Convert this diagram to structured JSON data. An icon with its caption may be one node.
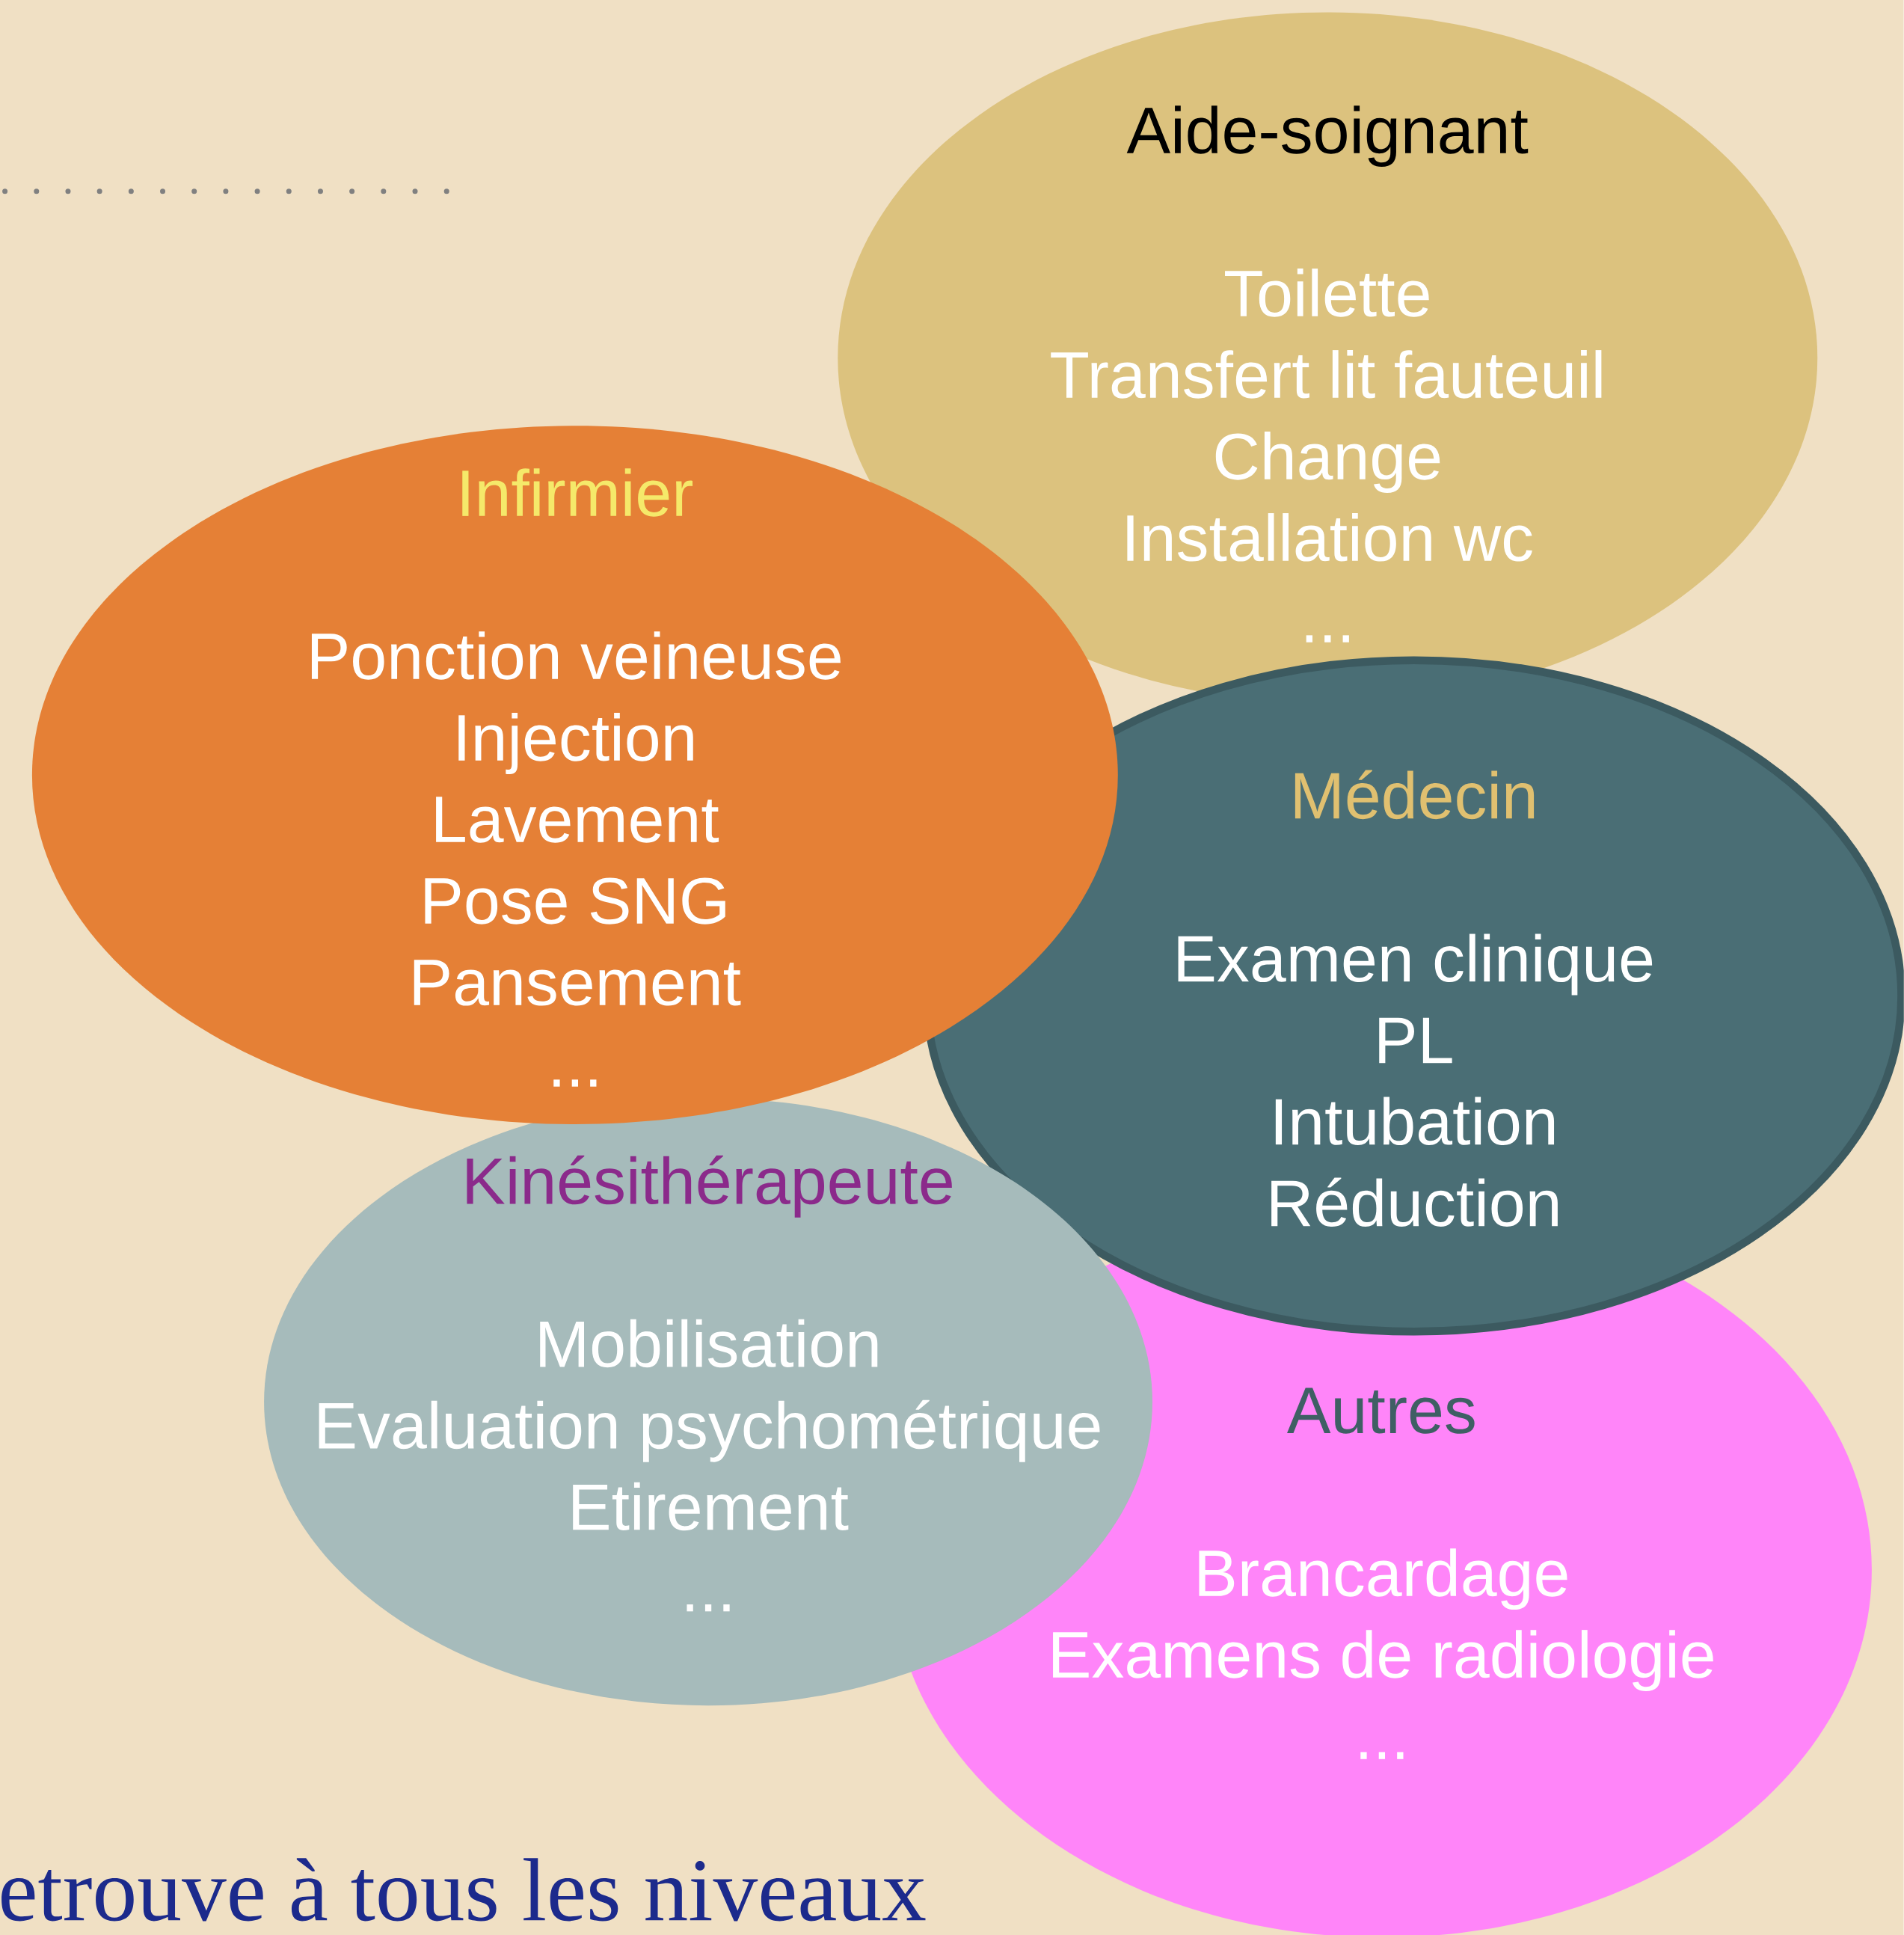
{
  "diagram": {
    "nodes": [
      {
        "text": [
          "Aide-soignant",
          "Toilette",
          "Transfert lit fauteuil",
          "Change",
          "Installation wc",
          "..."
        ]
      },
      {
        "text": [
          "Autres",
          "Brancardage",
          "Examens de radiologie",
          "..."
        ]
      },
      {
        "text": [
          "Médecin",
          "Examen clinique",
          "PL",
          "Intubation",
          "Réduction"
        ]
      },
      {
        "text": [
          "Kinésithérapeute",
          "Mobilisation",
          "Evaluation psychométrique",
          "Etirement",
          "..."
        ]
      },
      {
        "text": [
          "Infirmier",
          "Ponction veineuse",
          "Injection",
          "Lavement",
          "Pose SNG",
          "Pansement",
          "..."
        ]
      }
    ],
    "labels": [
      "etrouve à tous les niveaux"
    ]
  }
}
